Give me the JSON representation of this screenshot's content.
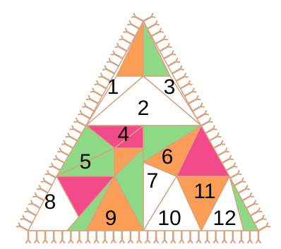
{
  "colors": {
    "orange": "#FB9D55",
    "green": "#8ED985",
    "pink": "#F24A8A",
    "white": "#FFFFFF",
    "fringe": "#D9A27E",
    "stroke": "#D9A27E"
  },
  "regions": [
    {
      "id": "1",
      "label": "1",
      "color": "white"
    },
    {
      "id": "2",
      "label": "2",
      "color": "white"
    },
    {
      "id": "3",
      "label": "3",
      "color": "white"
    },
    {
      "id": "4",
      "label": "4",
      "color": "pink"
    },
    {
      "id": "5",
      "label": "5",
      "color": "green"
    },
    {
      "id": "6",
      "label": "6",
      "color": "orange"
    },
    {
      "id": "7",
      "label": "7",
      "color": "white"
    },
    {
      "id": "8",
      "label": "8",
      "color": "white"
    },
    {
      "id": "9",
      "label": "9",
      "color": "orange"
    },
    {
      "id": "10",
      "label": "10",
      "color": "white"
    },
    {
      "id": "11",
      "label": "11",
      "color": "orange"
    },
    {
      "id": "12",
      "label": "12",
      "color": "white"
    }
  ]
}
